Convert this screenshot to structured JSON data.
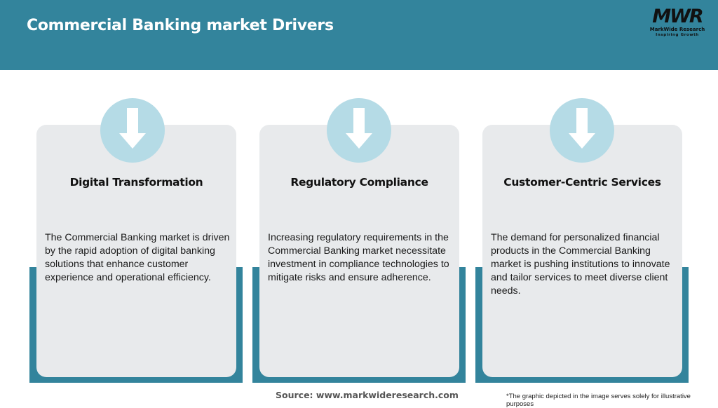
{
  "header": {
    "title": "Commercial Banking market Drivers",
    "background_color": "#33849c"
  },
  "logo": {
    "mark": "MWR",
    "name": "MarkWide Research",
    "tagline": "Inspiring Growth"
  },
  "cards": [
    {
      "icon": "arrow-down-icon",
      "title": "Digital Transformation",
      "body": "The Commercial Banking market is driven by the rapid adoption of digital banking solutions that enhance customer experience and operational efficiency."
    },
    {
      "icon": "arrow-down-icon",
      "title": "Regulatory Compliance",
      "body": "Increasing regulatory requirements in the Commercial Banking market necessitate investment in compliance technologies to mitigate risks and ensure adherence."
    },
    {
      "icon": "arrow-down-icon",
      "title": "Customer-Centric Services",
      "body": "The demand for personalized financial products in the Commercial Banking market is pushing institutions to innovate and tailor services to meet diverse client needs."
    }
  ],
  "colors": {
    "accent": "#33849c",
    "card_bg": "#e8eaec",
    "icon_circle": "#b5dbe6"
  },
  "footer": {
    "source": "Source: www.markwideresearch.com",
    "disclaimer": "*The graphic depicted in the image serves solely for illustrative purposes"
  }
}
